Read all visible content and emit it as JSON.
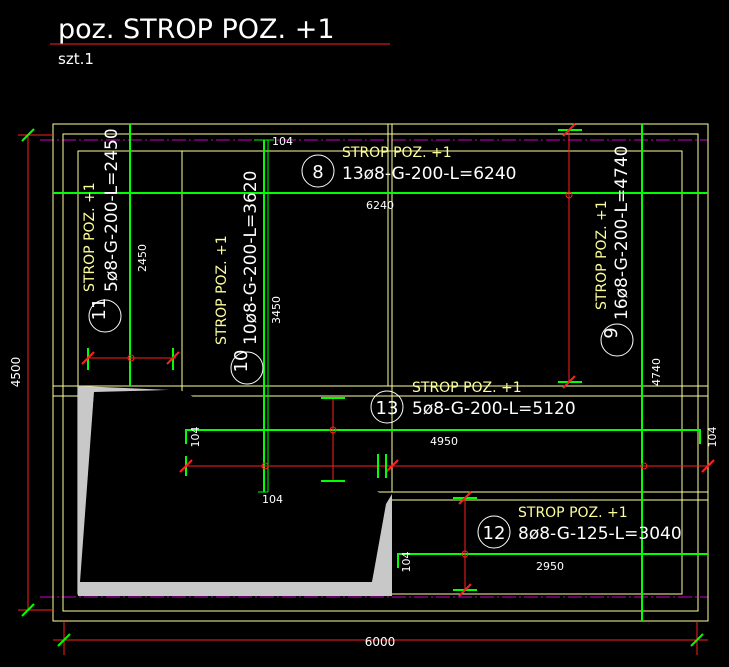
{
  "header": {
    "title": "poz. STROP POZ. +1",
    "subtitle": "szt.1"
  },
  "bars": {
    "b8": {
      "number": "8",
      "label": "STROP POZ. +1",
      "spec": "13ø8-G-200-L=6240"
    },
    "b9": {
      "number": "9",
      "label": "STROP POZ. +1",
      "spec": "16ø8-G-200-L=4740"
    },
    "b10": {
      "number": "10",
      "label": "STROP POZ. +1",
      "spec": "10ø8-G-200-L=3620"
    },
    "b11": {
      "number": "11",
      "label": "STROP POZ. +1",
      "spec": "5ø8-G-200-L=2450"
    },
    "b12": {
      "number": "12",
      "label": "STROP POZ. +1",
      "spec": "8ø8-G-125-L=3040"
    },
    "b13": {
      "number": "13",
      "label": "STROP POZ. +1",
      "spec": "5ø8-G-200-L=5120"
    }
  },
  "dims": {
    "d6240": "6240",
    "d4740a": "4740",
    "d3450": "3450",
    "d2450": "2450",
    "d4950": "4950",
    "d2950": "2950",
    "d104_top": "104",
    "d104_bottom": "104",
    "d104_left": "104",
    "d104_right": "104",
    "d104_mid": "104",
    "overall_width": "6000",
    "overall_height": "4500"
  },
  "colors": {
    "background": "#000000",
    "text": "#ffffff",
    "outline": "#ffff99",
    "rebar": "#00ff00",
    "dimension": "#ff0000",
    "axis": "#cc00cc",
    "hatch": "#c8c8c8"
  }
}
